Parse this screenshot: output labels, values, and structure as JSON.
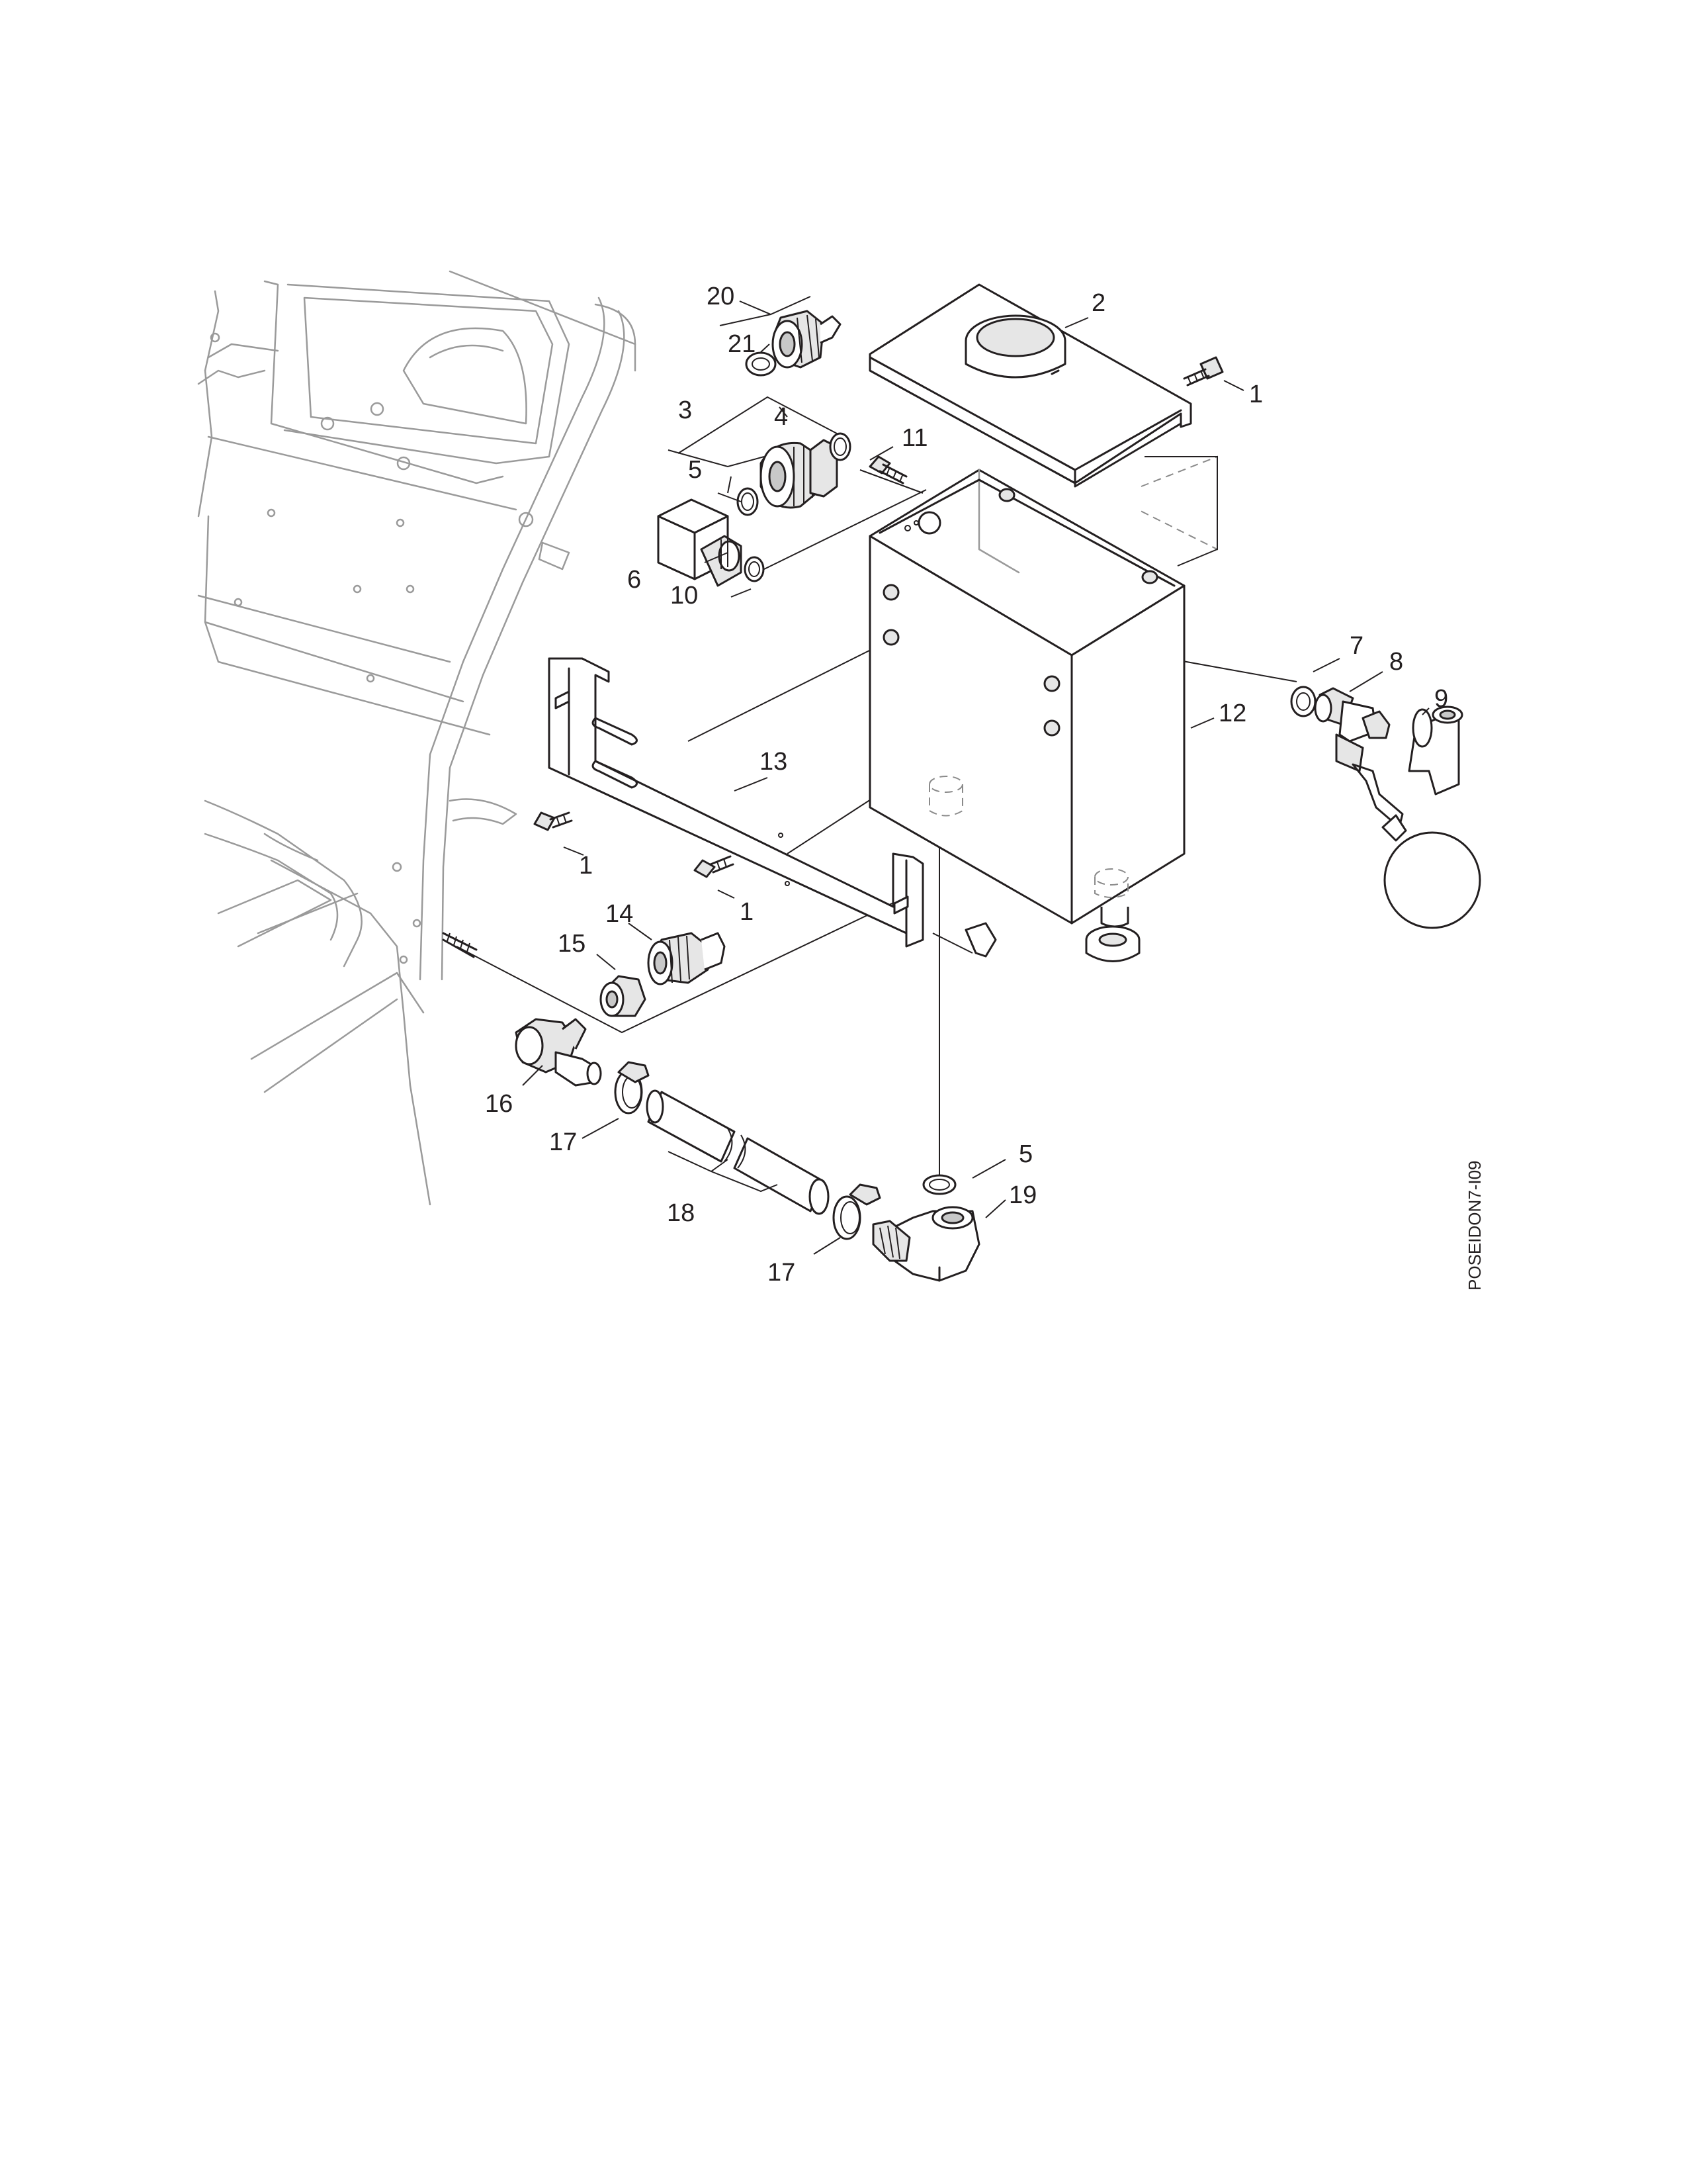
{
  "drawing": {
    "code": "POSEIDON7-I09",
    "callouts": [
      "1",
      "2",
      "3",
      "4",
      "5",
      "6",
      "7",
      "8",
      "9",
      "10",
      "11",
      "12",
      "13",
      "14",
      "15",
      "16",
      "17",
      "18",
      "19",
      "20",
      "21"
    ]
  }
}
